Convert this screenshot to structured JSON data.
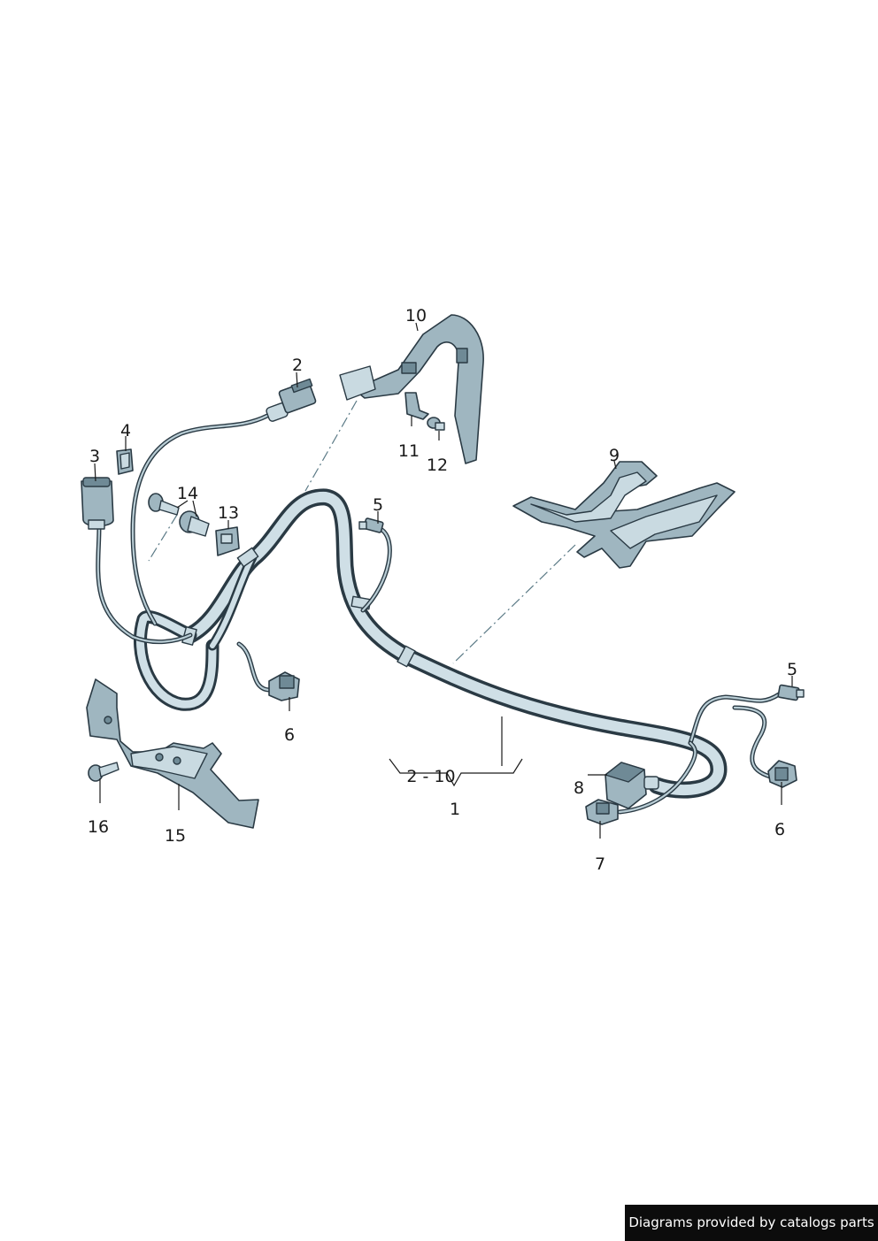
{
  "callouts": {
    "c1": "1",
    "c2": "2",
    "c3": "3",
    "c4": "4",
    "c5a": "5",
    "c5b": "5",
    "c6a": "6",
    "c6b": "6",
    "c7": "7",
    "c8": "8",
    "c9": "9",
    "c10": "10",
    "c11": "11",
    "c12": "12",
    "c13": "13",
    "c14": "14",
    "c15": "15",
    "c16": "16",
    "range": "2 - 10"
  },
  "credit": "Diagrams provided by catalogs parts"
}
